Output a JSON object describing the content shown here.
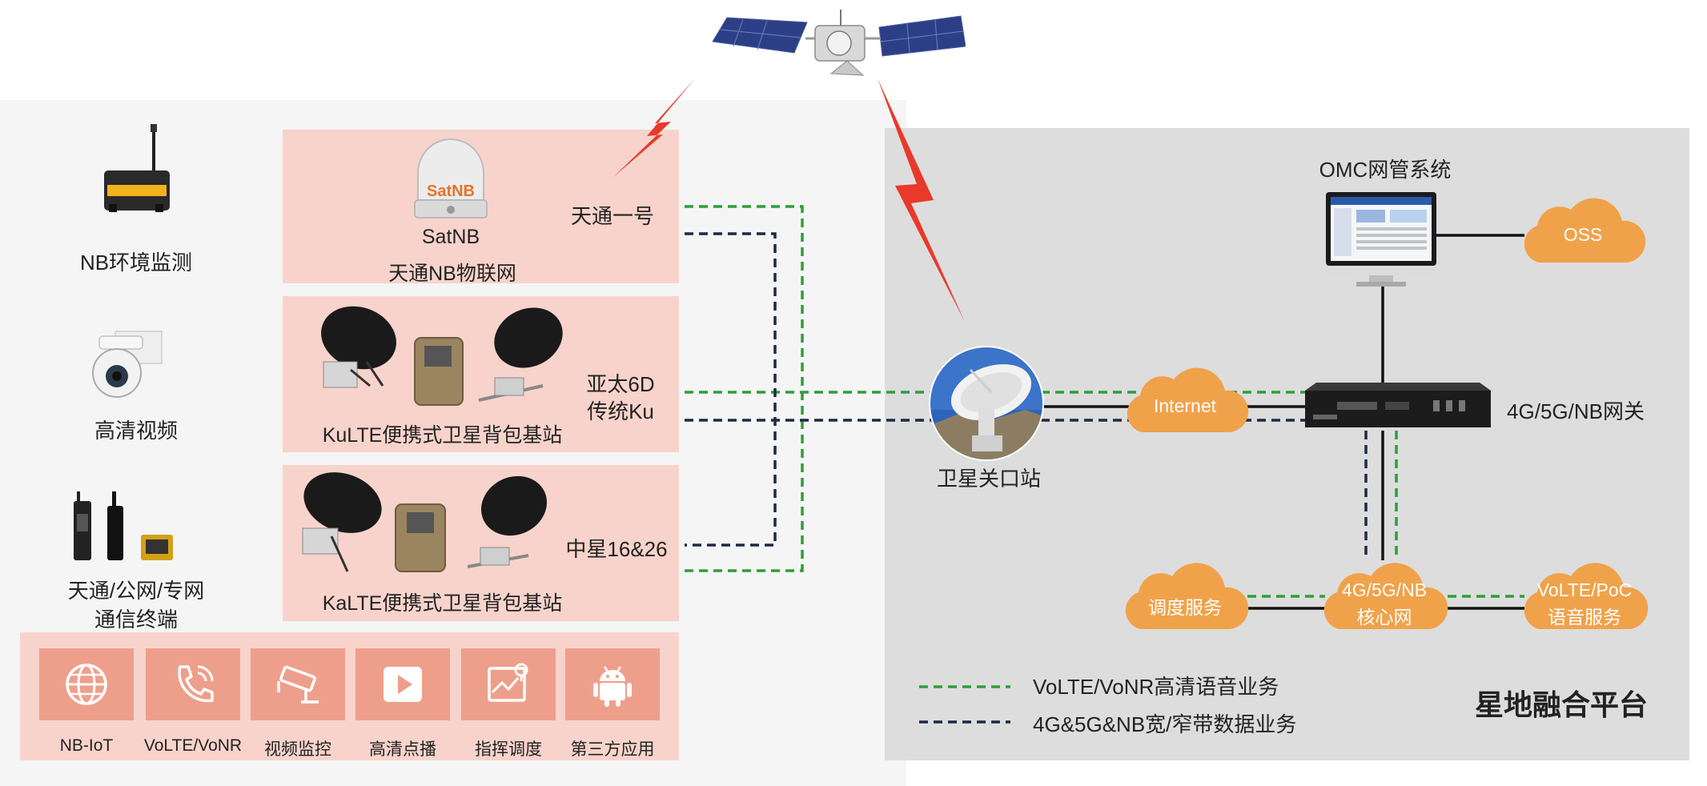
{
  "terminals": {
    "nb_monitor": "NB环境监测",
    "hd_video": "高清视频",
    "terminal_line1": "天通/公网/专网",
    "terminal_line2": "通信终端"
  },
  "stations": {
    "satnb": {
      "dome_text": "SatNB",
      "name": "SatNB",
      "subtitle": "天通NB物联网",
      "satellite": "天通一号"
    },
    "ku": {
      "name": "KuLTE便携式卫星背包基站",
      "satellite_line1": "亚太6D",
      "satellite_line2": "传统Ku"
    },
    "ka": {
      "name": "KaLTE便携式卫星背包基站",
      "satellite": "中星16&26"
    }
  },
  "apps": [
    {
      "label": "NB-IoT",
      "icon": "globe-icon"
    },
    {
      "label": "VoLTE/VoNR",
      "icon": "phone-icon"
    },
    {
      "label": "视频监控",
      "icon": "cctv-camera-icon"
    },
    {
      "label": "高清点播",
      "icon": "play-icon"
    },
    {
      "label": "指挥调度",
      "icon": "command-dispatch-icon"
    },
    {
      "label": "第三方应用",
      "icon": "android-icon"
    }
  ],
  "platform": {
    "gateway_station": "卫星关口站",
    "internet": "Internet",
    "omc": "OMC网管系统",
    "oss": "OSS",
    "gateway": "4G/5G/NB网关",
    "core_line1": "4G/5G/NB",
    "core_line2": "核心网",
    "dispatch": "调度服务",
    "voice_line1": "VoLTE/PoC",
    "voice_line2": "语音服务",
    "title": "星地融合平台"
  },
  "legend": {
    "green": "VoLTE/VoNR高清语音业务",
    "navy": "4G&5G&NB宽/窄带数据业务"
  },
  "colors": {
    "green_line": "#2e9e3a",
    "navy_line": "#1d2a44",
    "lightning": "#e8392a",
    "cloud": "#f0a24a",
    "pink_panel": "#f7d3cb",
    "app_tile": "#ee9f8b"
  }
}
